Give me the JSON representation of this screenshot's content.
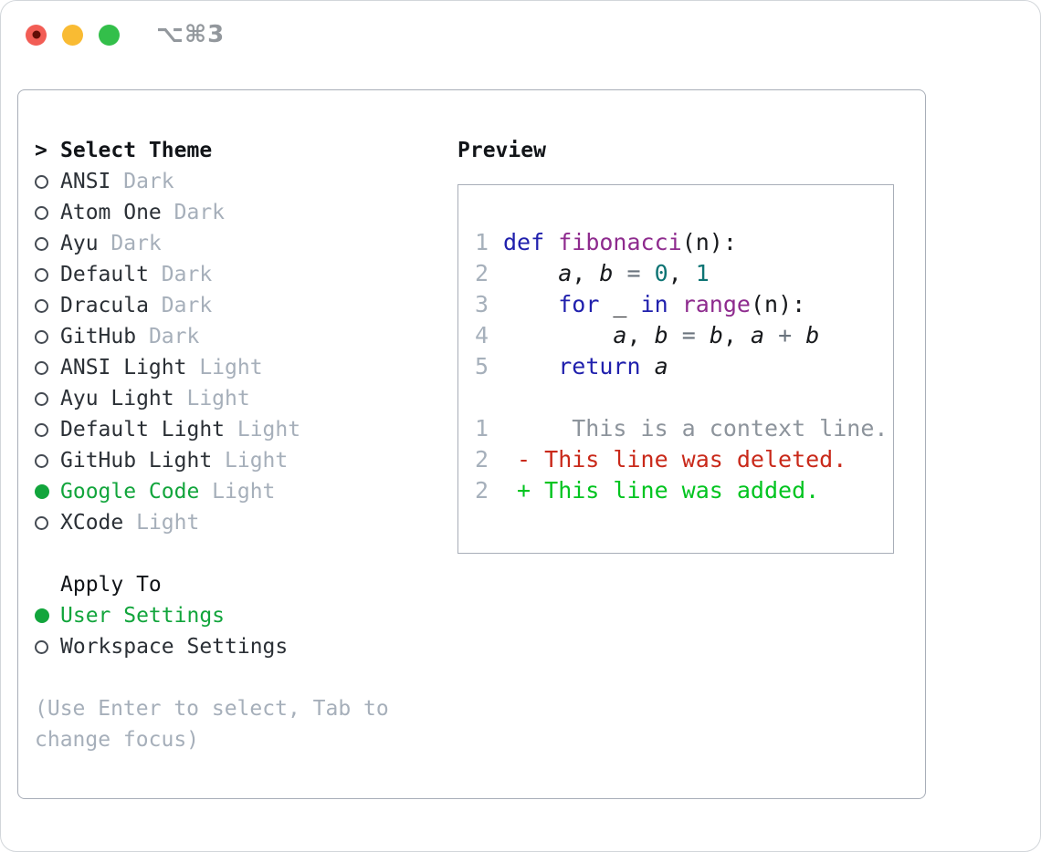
{
  "window": {
    "title": "⌥⌘3"
  },
  "traffic_lights": [
    {
      "name": "close",
      "color": "#f25d55",
      "inner_dot": "#620d06"
    },
    {
      "name": "minimize",
      "color": "#f9bb33"
    },
    {
      "name": "maximize",
      "color": "#33bf4a"
    }
  ],
  "theme_list": {
    "prompt": ">",
    "header": "Select Theme",
    "items": [
      {
        "name": "ANSI",
        "variant": "Dark",
        "selected": false
      },
      {
        "name": "Atom One",
        "variant": "Dark",
        "selected": false
      },
      {
        "name": "Ayu",
        "variant": "Dark",
        "selected": false
      },
      {
        "name": "Default",
        "variant": "Dark",
        "selected": false
      },
      {
        "name": "Dracula",
        "variant": "Dark",
        "selected": false
      },
      {
        "name": "GitHub",
        "variant": "Dark",
        "selected": false
      },
      {
        "name": "ANSI Light",
        "variant": "Light",
        "selected": false
      },
      {
        "name": "Ayu Light",
        "variant": "Light",
        "selected": false
      },
      {
        "name": "Default Light",
        "variant": "Light",
        "selected": false
      },
      {
        "name": "GitHub Light",
        "variant": "Light",
        "selected": false
      },
      {
        "name": "Google Code",
        "variant": "Light",
        "selected": true
      },
      {
        "name": "XCode",
        "variant": "Light",
        "selected": false
      }
    ]
  },
  "apply_to": {
    "header": "Apply To",
    "options": [
      {
        "label": "User Settings",
        "selected": true
      },
      {
        "label": "Workspace Settings",
        "selected": false
      }
    ]
  },
  "hint_lines": [
    "(Use Enter to select, Tab to",
    "change focus)"
  ],
  "preview": {
    "header": "Preview",
    "code_lines": [
      {
        "n": "1",
        "tokens": [
          {
            "c": "kw",
            "t": "def"
          },
          {
            "c": "plain",
            "t": " "
          },
          {
            "c": "fn",
            "t": "fibonacci"
          },
          {
            "c": "plain",
            "t": "(n):"
          }
        ]
      },
      {
        "n": "2",
        "tokens": [
          {
            "c": "plain",
            "t": "    "
          },
          {
            "c": "var",
            "t": "a"
          },
          {
            "c": "plain",
            "t": ", "
          },
          {
            "c": "var",
            "t": "b"
          },
          {
            "c": "op",
            "t": " = "
          },
          {
            "c": "num",
            "t": "0"
          },
          {
            "c": "plain",
            "t": ", "
          },
          {
            "c": "num",
            "t": "1"
          }
        ]
      },
      {
        "n": "3",
        "tokens": [
          {
            "c": "plain",
            "t": "    "
          },
          {
            "c": "kw",
            "t": "for"
          },
          {
            "c": "plain",
            "t": " _ "
          },
          {
            "c": "kw",
            "t": "in"
          },
          {
            "c": "plain",
            "t": " "
          },
          {
            "c": "fn",
            "t": "range"
          },
          {
            "c": "plain",
            "t": "(n):"
          }
        ]
      },
      {
        "n": "4",
        "tokens": [
          {
            "c": "plain",
            "t": "        "
          },
          {
            "c": "var",
            "t": "a"
          },
          {
            "c": "plain",
            "t": ", "
          },
          {
            "c": "var",
            "t": "b"
          },
          {
            "c": "op",
            "t": " = "
          },
          {
            "c": "var",
            "t": "b"
          },
          {
            "c": "plain",
            "t": ", "
          },
          {
            "c": "var",
            "t": "a"
          },
          {
            "c": "op",
            "t": " + "
          },
          {
            "c": "var",
            "t": "b"
          }
        ]
      },
      {
        "n": "5",
        "tokens": [
          {
            "c": "plain",
            "t": "    "
          },
          {
            "c": "kw",
            "t": "return"
          },
          {
            "c": "plain",
            "t": " "
          },
          {
            "c": "var",
            "t": "a"
          }
        ]
      }
    ],
    "diff_lines": [
      {
        "n": "1",
        "type": "context",
        "text": "     This is a context line."
      },
      {
        "n": "2",
        "type": "deleted",
        "text": " - This line was deleted."
      },
      {
        "n": "2",
        "type": "added",
        "text": " + This line was added."
      }
    ]
  },
  "colors": {
    "accent_green": "#12a53c",
    "added_green": "#00c41f",
    "deleted_red": "#c9291a",
    "keyword_blue": "#2020ad",
    "function_purple": "#8e2b8e",
    "number_teal": "#0d7474",
    "operator_gray": "#6a737d",
    "code_text": "#17191c",
    "text_dark": "#2b3036",
    "header_black": "#111418",
    "muted_gray": "#a6afba",
    "line_number": "#a6b0bb",
    "context_gray": "#8d949c",
    "panel_border": "#a8aeb8",
    "titlebar_text": "#93989d"
  }
}
